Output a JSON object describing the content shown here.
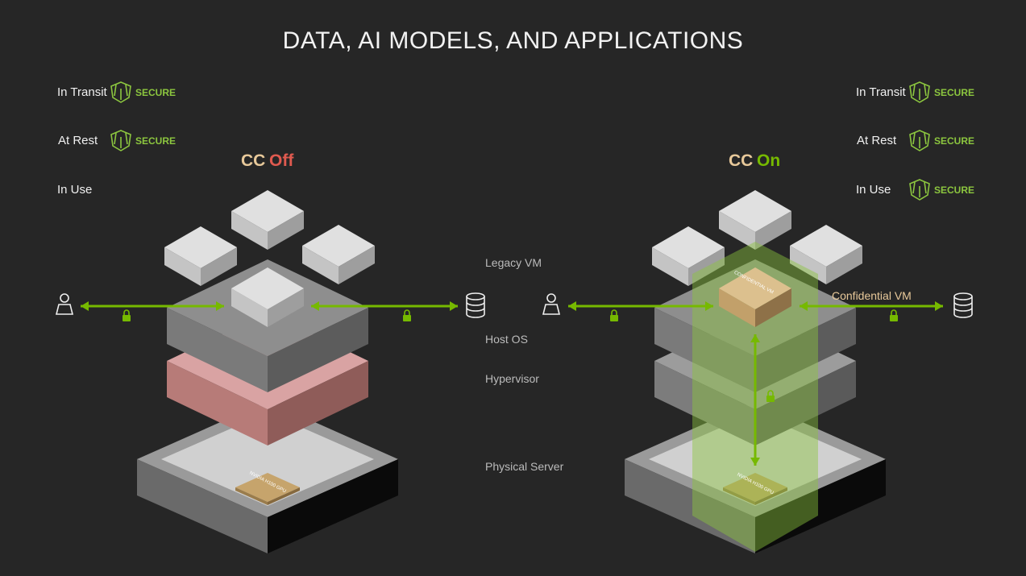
{
  "title": "DATA, AI MODELS, AND APPLICATIONS",
  "left": {
    "status": [
      {
        "label": "In Transit",
        "badge": "SECURE",
        "icon": "shield-icon"
      },
      {
        "label": "At Rest",
        "badge": "SECURE",
        "icon": "shield-icon"
      },
      {
        "label": "In Use",
        "badge": "",
        "icon": ""
      }
    ],
    "cc_prefix": "CC",
    "cc_state": "Off",
    "cc_state_color": "#e05a4f",
    "chip_label": "NVIDIA H100 GPU"
  },
  "right": {
    "status": [
      {
        "label": "In Transit",
        "badge": "SECURE",
        "icon": "shield-icon"
      },
      {
        "label": "At Rest",
        "badge": "SECURE",
        "icon": "shield-icon"
      },
      {
        "label": "In Use",
        "badge": "SECURE",
        "icon": "shield-icon"
      }
    ],
    "cc_prefix": "CC",
    "cc_state": "On",
    "cc_state_color": "#76b900",
    "chip_label": "NVIDIA H100 GPU",
    "vm_label": "CONFIDENTIAL VM",
    "confidential_vm_label": "Confidential VM"
  },
  "layers": {
    "legacy_vm": "Legacy VM",
    "host_os": "Host OS",
    "hypervisor": "Hypervisor",
    "physical_server": "Physical Server"
  },
  "colors": {
    "accent": "#76b900",
    "cc_label": "#e8c99a"
  }
}
